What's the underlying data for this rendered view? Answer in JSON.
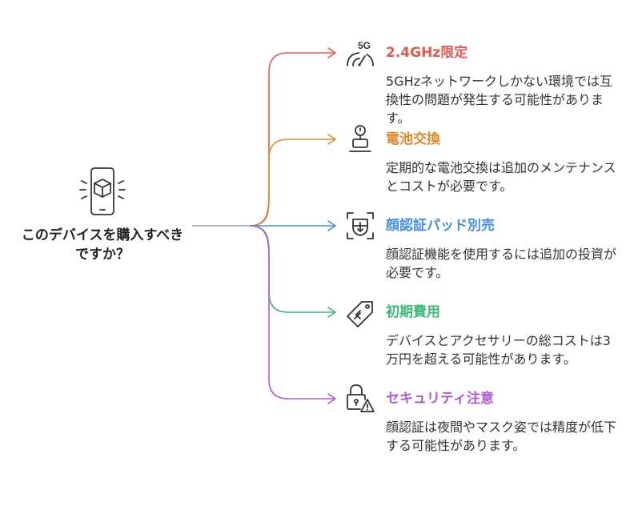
{
  "root": {
    "question": "このデバイスを購入すべきですか？",
    "icon": "smartphone-box-icon"
  },
  "branches": [
    {
      "title": "2.4GHz限定",
      "description": "5GHzネットワークしかない環境では互換性の問題が発生する可能性があります。",
      "icon": "wifi-5g-icon",
      "icon_label": "5G",
      "color": "#e05a52"
    },
    {
      "title": "電池交換",
      "description": "定期的な電池交換は追加のメンテナンスとコストが必要です。",
      "icon": "battery-timer-icon",
      "color": "#e08a2e"
    },
    {
      "title": "顔認証パッド別売",
      "description": "顔認証機能を使用するには追加の投資が必要です。",
      "icon": "face-scan-icon",
      "color": "#4a90d9"
    },
    {
      "title": "初期費用",
      "description": "デバイスとアクセサリーの総コストは3万円を超える可能性があります。",
      "icon": "price-tag-icon",
      "color": "#3dba7a"
    },
    {
      "title": "セキュリティ注意",
      "description": "顔認証は夜間やマスク姿では精度が低下する可能性があります。",
      "icon": "lock-warning-icon",
      "color": "#b05ad0"
    }
  ]
}
